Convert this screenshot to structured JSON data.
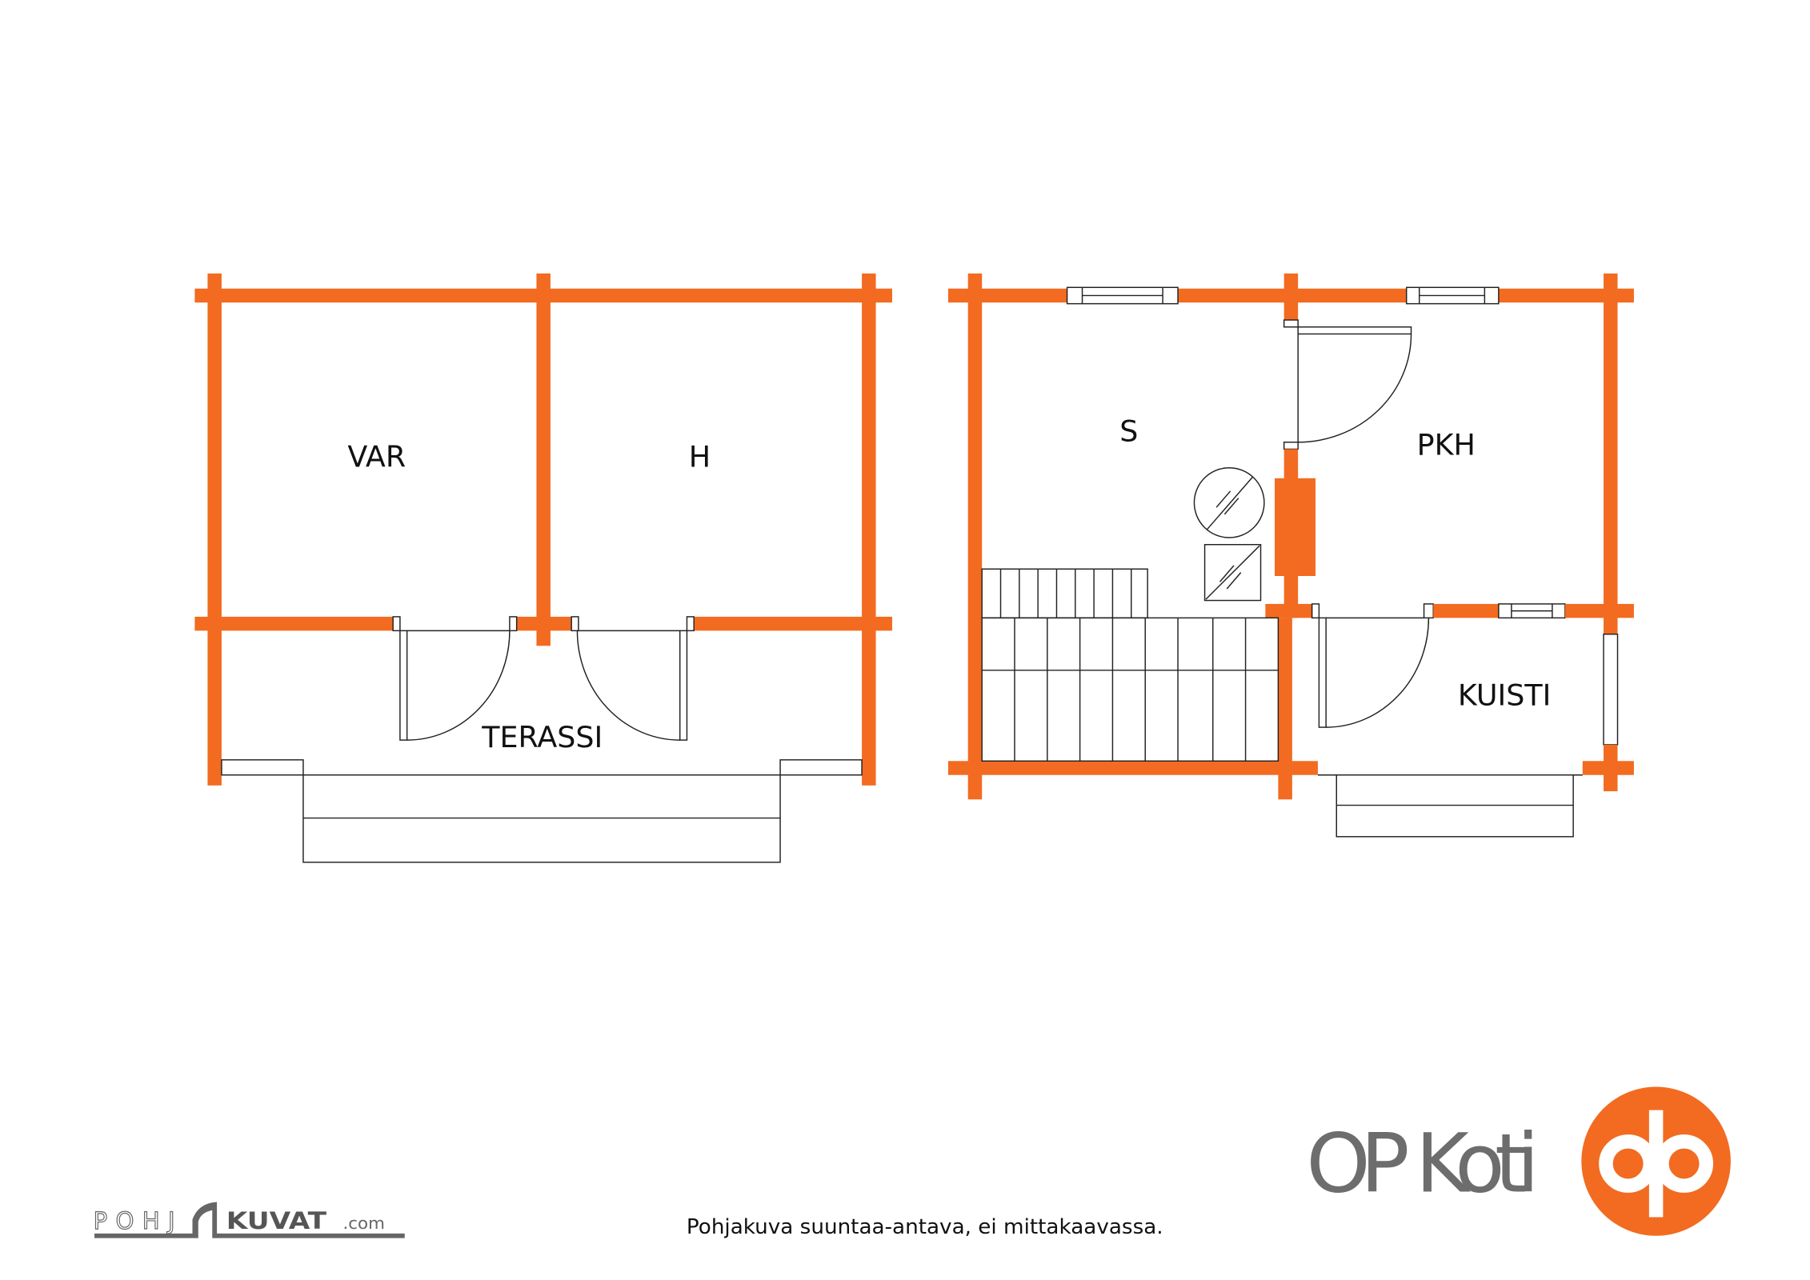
{
  "rooms": {
    "var": "VAR",
    "h": "H",
    "terassi": "TERASSI",
    "s": "S",
    "pkh": "PKH",
    "kuisti": "KUISTI"
  },
  "footer": {
    "disclaimer": "Pohjakuva suuntaa-antava, ei mittakaavassa.",
    "pohjakuvat_logo": "POHJAKUVAT.com",
    "brand_text": "OP Koti"
  },
  "colors": {
    "wall": "#f26b21",
    "brand_gray": "#6d6d6d"
  }
}
